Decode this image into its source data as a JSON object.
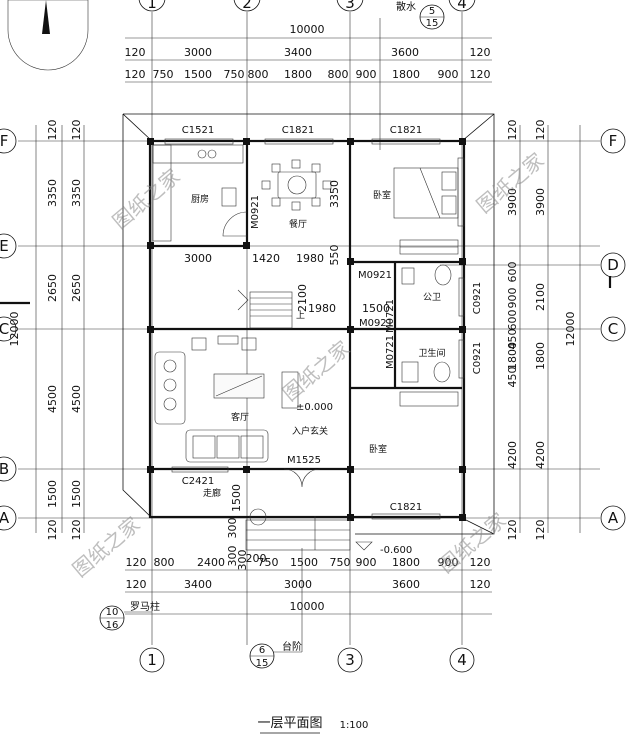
{
  "drawing": {
    "title": "一层平面图",
    "scale": "1:100"
  },
  "axes": {
    "columns": [
      "1",
      "2",
      "3",
      "4"
    ],
    "rows": [
      "F",
      "E",
      "D",
      "C",
      "B",
      "A"
    ]
  },
  "dimensions": {
    "top_total": "10000",
    "top_mid": [
      "120",
      "3000",
      "3400",
      "3600",
      "120"
    ],
    "top_detail": [
      "120",
      "750",
      "1500",
      "750",
      "800",
      "1800",
      "800",
      "900",
      "1800",
      "900",
      "120"
    ],
    "bottom_detail": [
      "120",
      "800",
      "2400",
      "750",
      "1500",
      "750",
      "900",
      "1800",
      "900",
      "120"
    ],
    "bottom_mid": [
      "120",
      "3400",
      "3000",
      "3600",
      "120"
    ],
    "bottom_total": "10000",
    "left_outer": "12000",
    "left_segments": [
      "120",
      "3350",
      "2650",
      "4500",
      "1500",
      "120"
    ],
    "left_inner": [
      "120",
      "3350",
      "2650",
      "4500",
      "1500",
      "120"
    ],
    "right_outer": "12000",
    "right_segments": [
      "120",
      "3900",
      "2100",
      "1800",
      "4200",
      "120"
    ],
    "right_inner": [
      "120",
      "3900",
      "600",
      "900",
      "600",
      "450",
      "1800",
      "450",
      "4200",
      "120"
    ],
    "inner_misc": [
      "3000",
      "1420",
      "1980",
      "2100",
      "1980",
      "1500",
      "3350",
      "550",
      "300",
      "200",
      "300",
      "300",
      "1500",
      "4500"
    ]
  },
  "windows_doors": [
    "C1521",
    "C1821",
    "C1821",
    "M0921",
    "M0921",
    "M0921",
    "M0721",
    "C0921",
    "M0721",
    "C0921",
    "M1525",
    "C2421",
    "C1821"
  ],
  "rooms": {
    "kitchen": "厨房",
    "dining": "餐厅",
    "bedroom1": "卧室",
    "public_wc": "公卫",
    "bath": "卫生间",
    "living": "客厅",
    "bedroom2": "卧室",
    "corridor": "走廊",
    "entrance": "入户玄关",
    "stair_up": "上"
  },
  "levels": {
    "floor": "±0.000",
    "outside": "-0.600"
  },
  "callouts": {
    "drain": "散水",
    "drain_ref": [
      "5",
      "15"
    ],
    "column_note": "罗马柱",
    "column_ref": [
      "10",
      "16"
    ],
    "steps": "台阶",
    "steps_ref": [
      "6",
      "15"
    ]
  },
  "watermark": "图纸之家"
}
